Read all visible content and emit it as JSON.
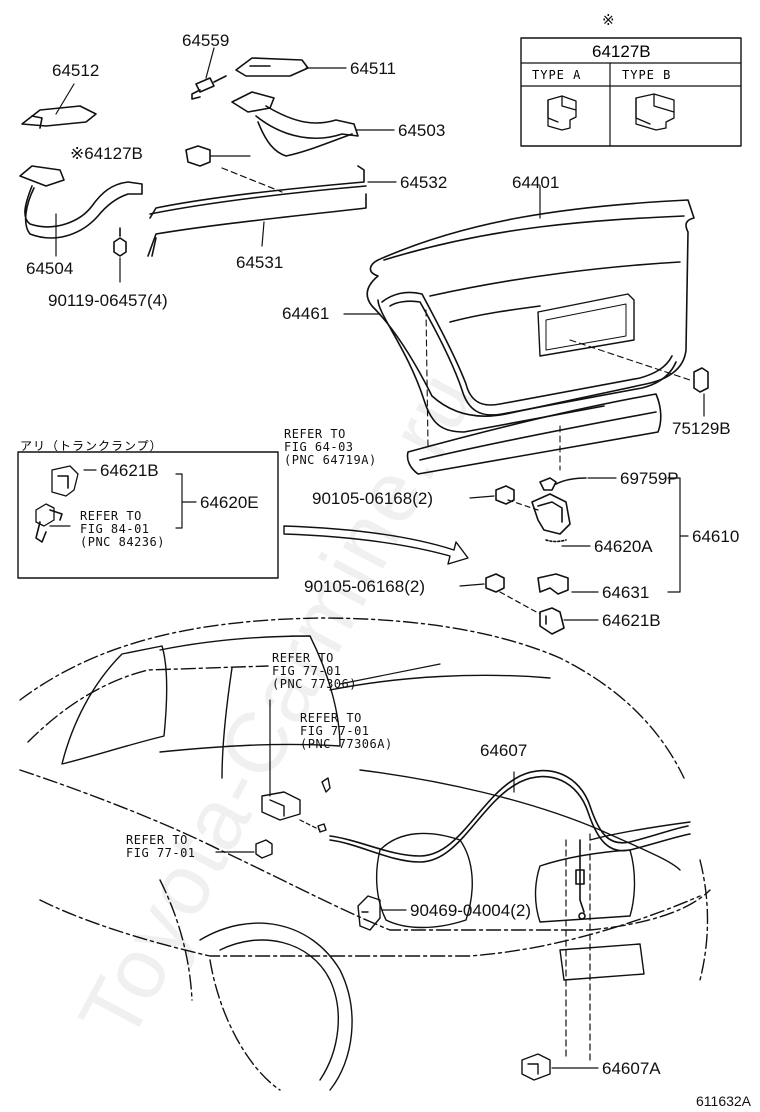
{
  "watermark": "Toyota-Carmine.ru",
  "note_mark": "※",
  "table": {
    "title": "64127B",
    "type_a": "TYPE A",
    "type_b": "TYPE B"
  },
  "parts": {
    "p64512": "64512",
    "p64559": "64559",
    "p64511": "64511",
    "p64503": "64503",
    "p64127B": "※64127B",
    "p64532": "64532",
    "p64401": "64401",
    "p64504": "64504",
    "p64531": "64531",
    "p90119": "90119-06457(4)",
    "p64461": "64461",
    "p75129B": "75129B",
    "p64621B_box": "64621B",
    "p64620E": "64620E",
    "p69759P": "69759P",
    "p90105a": "90105-06168(2)",
    "p64610": "64610",
    "p64620A": "64620A",
    "p90105b": "90105-06168(2)",
    "p64631": "64631",
    "p64621B": "64621B",
    "p64607": "64607",
    "p90469": "90469-04004(2)",
    "p64607A": "64607A"
  },
  "box_title": "アリ（トランクランプ）",
  "refs": {
    "r6403": "REFER TO\nFIG 64-03\n(PNC 64719A)",
    "r8401": "REFER TO\nFIG 84-01\n(PNC 84236)",
    "r7701a": "REFER TO\nFIG 77-01\n(PNC 77306)",
    "r7701b": "REFER TO\nFIG 77-01\n(PNC 77306A)",
    "r7701c": "REFER TO\nFIG 77-01"
  },
  "figure_code": "611632A"
}
